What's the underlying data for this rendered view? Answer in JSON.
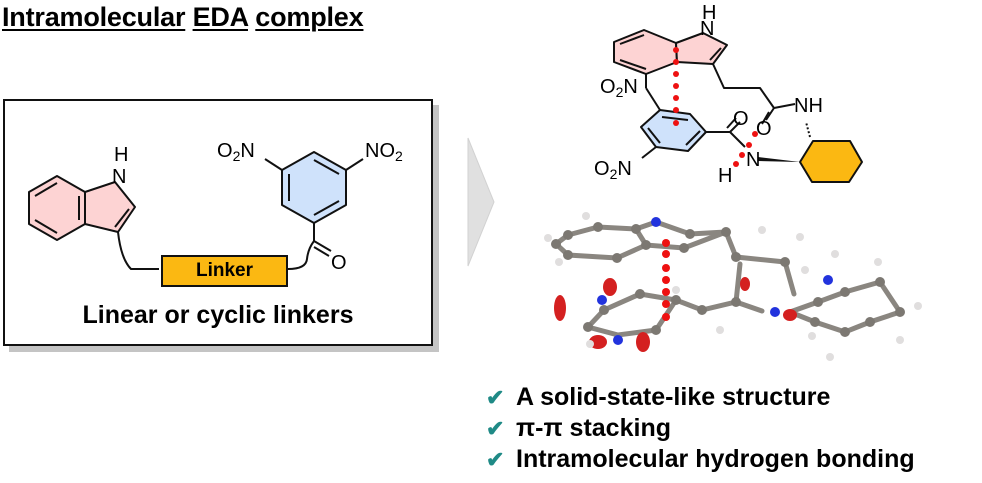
{
  "title": {
    "words": [
      "Intramolecular",
      "EDA",
      "complex"
    ]
  },
  "concept": {
    "linker_label": "Linker",
    "caption": "Linear or cyclic linkers",
    "indole_nh": "H",
    "indole_n": "N",
    "nitro_left": "O2N",
    "nitro_right": "NO2",
    "carbonyl_o": "O"
  },
  "structure": {
    "labels": {
      "indole_h": "H",
      "indole_n": "N",
      "nitro_upper": "O2N",
      "nitro_lower": "O2N",
      "amide_nh": "NH",
      "amide_o_upper": "O",
      "amide_o_lower": "O",
      "amide_n": "N",
      "amide_h": "H"
    },
    "interactions": [
      "π-π stacking (red dotted line)",
      "N-H···O hydrogen bond (red dotted line)"
    ]
  },
  "crystal": {
    "description": "X-ray crystal structure (ORTEP) with π-π stacking indicated"
  },
  "features": [
    {
      "icon": "check-icon",
      "text": "A solid-state-like structure"
    },
    {
      "icon": "check-icon",
      "text": "π-π stacking"
    },
    {
      "icon": "check-icon",
      "text": "Intramolecular hydrogen bonding"
    }
  ],
  "colors": {
    "indole_fill": "#fdd3d3",
    "arene_fill": "#cfe2fb",
    "linker_fill": "#fbb812",
    "cyclohexane_fill": "#fbb812",
    "interaction_dots": "#ee1111",
    "check": "#1f8a86",
    "arrow": "#e0e0e0"
  }
}
